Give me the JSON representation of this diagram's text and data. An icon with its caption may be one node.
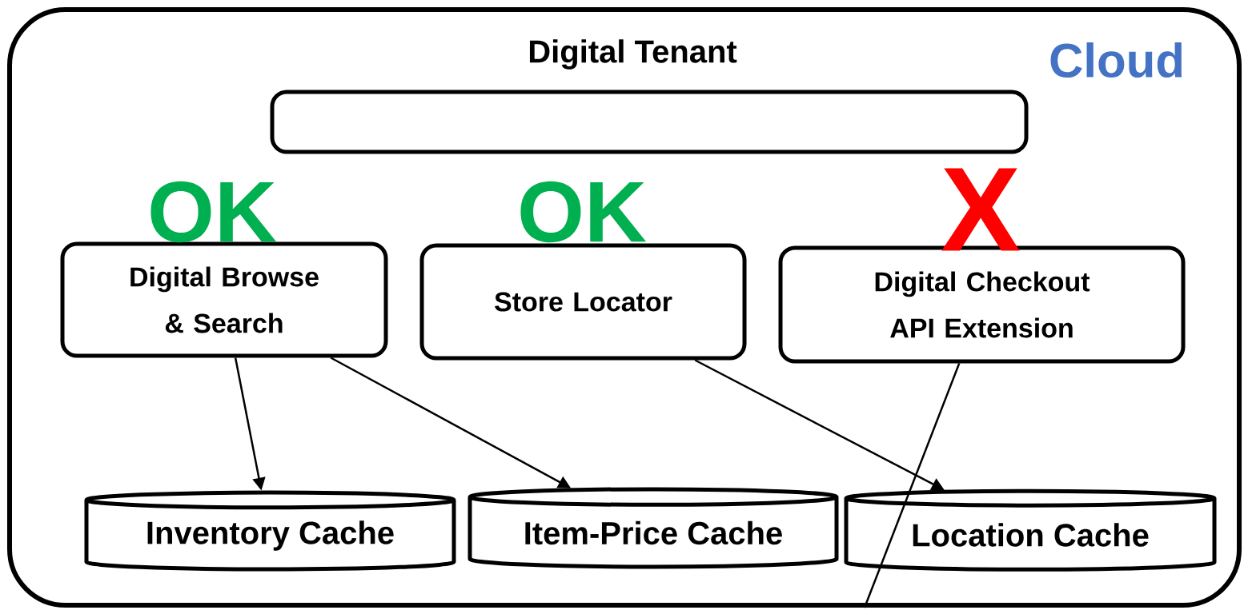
{
  "diagram": {
    "nodes": [
      {
        "text": [
          "Digital Tenant",
          "Cloud"
        ]
      },
      {
        "text": [],
        "shape": "box",
        "in": 0
      },
      {
        "text": [
          "Digital Browse & Search"
        ],
        "in": 0
      },
      {
        "text": [
          "Store Locator"
        ],
        "in": 0
      },
      {
        "text": [
          "Digital Checkout API Extension"
        ],
        "in": 0
      },
      {
        "text": [
          "Inventory Cache"
        ],
        "in": 0
      },
      {
        "text": [
          "Item-Price Cache"
        ],
        "in": 0
      },
      {
        "text": [
          "Location Cache"
        ],
        "in": 0
      }
    ],
    "edges": [
      {
        "from": 2,
        "to": 5,
        "arrow": "to"
      },
      {
        "from": 2,
        "to": 6,
        "arrow": "to"
      },
      {
        "from": 3,
        "to": 7,
        "arrow": "to"
      },
      {
        "from": 4,
        "to": null,
        "arrow": "none"
      }
    ],
    "labels": [
      "OK",
      "OK",
      "X"
    ]
  }
}
